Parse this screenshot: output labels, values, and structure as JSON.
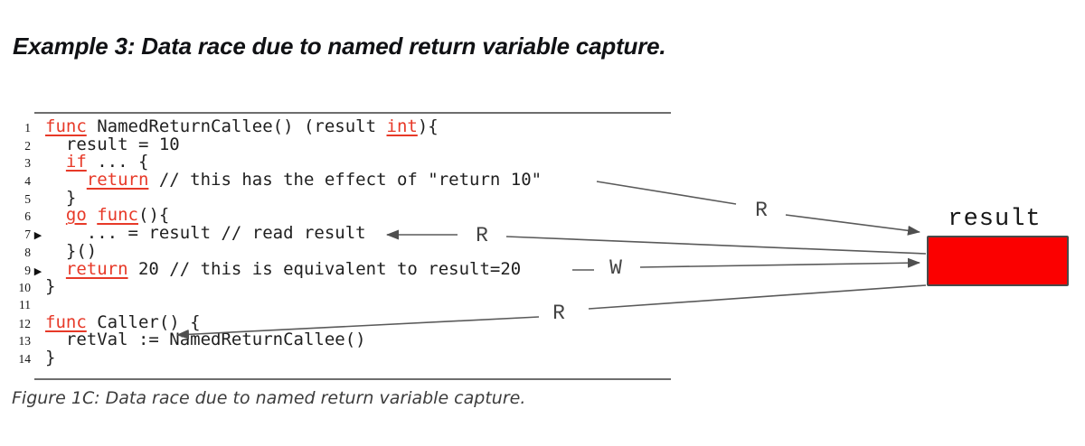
{
  "title": "Example 3: Data race due to named return variable capture.",
  "caption": "Figure 1C: Data race due to named return variable capture.",
  "colors": {
    "keyword_red": "#e73928",
    "memory_box_fill": "#fb0000",
    "annotation_gray": "#434343"
  },
  "code": {
    "lines": [
      {
        "num": "1",
        "marker": false,
        "segments": [
          {
            "text": "func",
            "kw": true
          },
          {
            "text": " NamedReturnCallee() (result ",
            "kw": false
          },
          {
            "text": "int",
            "kw": true
          },
          {
            "text": "){",
            "kw": false
          }
        ]
      },
      {
        "num": "2",
        "marker": false,
        "segments": [
          {
            "text": "  result = 10",
            "kw": false
          }
        ]
      },
      {
        "num": "3",
        "marker": false,
        "segments": [
          {
            "text": "  ",
            "kw": false
          },
          {
            "text": "if",
            "kw": true
          },
          {
            "text": " ... {",
            "kw": false
          }
        ]
      },
      {
        "num": "4",
        "marker": false,
        "segments": [
          {
            "text": "    ",
            "kw": false
          },
          {
            "text": "return",
            "kw": true
          },
          {
            "text": " // this has the effect of \"return 10\"",
            "kw": false
          }
        ]
      },
      {
        "num": "5",
        "marker": false,
        "segments": [
          {
            "text": "  }",
            "kw": false
          }
        ]
      },
      {
        "num": "6",
        "marker": false,
        "segments": [
          {
            "text": "  ",
            "kw": false
          },
          {
            "text": "go",
            "kw": true
          },
          {
            "text": " ",
            "kw": false
          },
          {
            "text": "func",
            "kw": true
          },
          {
            "text": "(){",
            "kw": false
          }
        ]
      },
      {
        "num": "7",
        "marker": true,
        "segments": [
          {
            "text": "    ... = result // read result",
            "kw": false
          }
        ]
      },
      {
        "num": "8",
        "marker": false,
        "segments": [
          {
            "text": "  }()",
            "kw": false
          }
        ]
      },
      {
        "num": "9",
        "marker": true,
        "segments": [
          {
            "text": "  ",
            "kw": false
          },
          {
            "text": "return",
            "kw": true
          },
          {
            "text": " 20 // this is equivalent to result=20",
            "kw": false
          }
        ]
      },
      {
        "num": "10",
        "marker": false,
        "segments": [
          {
            "text": "}",
            "kw": false
          }
        ]
      },
      {
        "num": "11",
        "marker": false,
        "segments": []
      },
      {
        "num": "12",
        "marker": false,
        "segments": [
          {
            "text": "func",
            "kw": true
          },
          {
            "text": " Caller() {",
            "kw": false
          }
        ]
      },
      {
        "num": "13",
        "marker": false,
        "segments": [
          {
            "text": "  retVal := NamedReturnCallee()",
            "kw": false
          }
        ]
      },
      {
        "num": "14",
        "marker": false,
        "segments": [
          {
            "text": "}",
            "kw": false
          }
        ]
      }
    ]
  },
  "annotations": {
    "marker_glyph": "▶",
    "memory_box_label": "result",
    "read_label_return10": "R",
    "read_label_line7": "R",
    "write_label_line9": "W",
    "read_label_caller": "R"
  }
}
